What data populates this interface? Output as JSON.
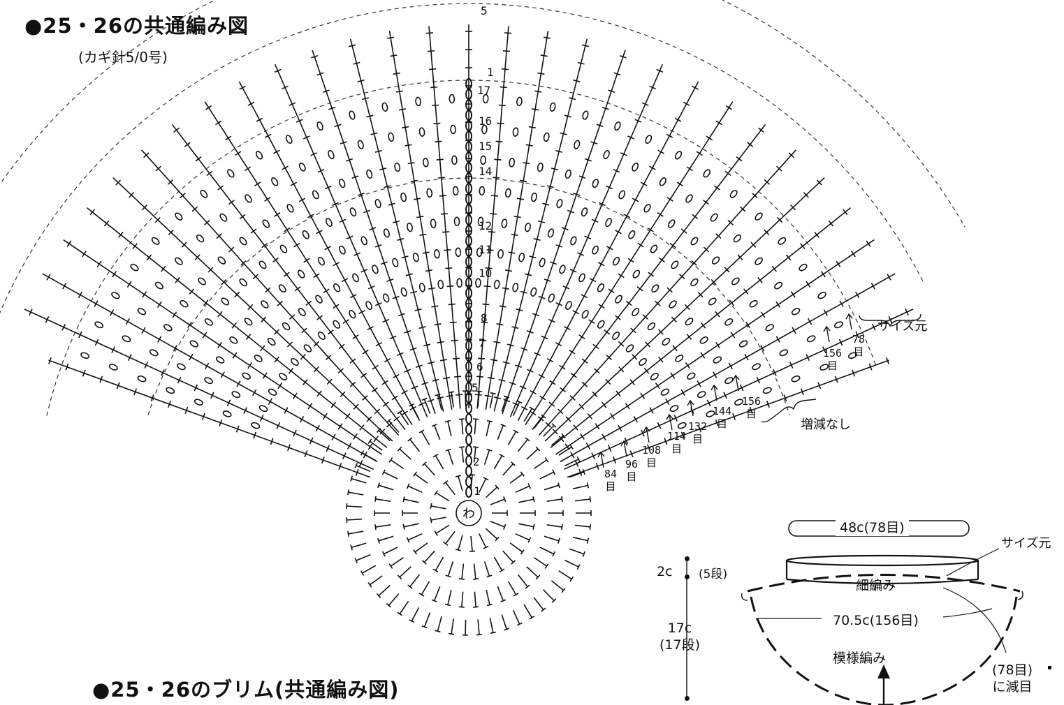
{
  "chart_title": "●25・26の共通編み図",
  "hook_note": "(カギ針5/0号)",
  "brim_title": "●25・26のブリム(共通編み図)",
  "center_label": "わ",
  "row_labels": [
    "1",
    "2",
    "5",
    "6",
    "7",
    "8",
    "10",
    "11",
    "12",
    "14",
    "15",
    "16",
    "17"
  ],
  "brim_row_labels": [
    "1",
    "5"
  ],
  "stitch_counts": [
    "84",
    "96",
    "108",
    "114",
    "132",
    "144",
    "156",
    "156",
    "78"
  ],
  "stitch_unit": "目",
  "no_change": "増減なし",
  "size_origin": "サイズ元",
  "schematic": {
    "top_width": "48c(78目)",
    "size_origin": "サイズ元",
    "band_height": "2c",
    "band_rows": "(5段)",
    "band_stitch": "細編み",
    "mid_width": "70.5c(156目)",
    "body_height": "17c",
    "body_rows": "(17段)",
    "body_stitch": "模様編み",
    "decrease_a": "(78目)",
    "decrease_b": "に減目"
  },
  "colors": {
    "ink": "#111111",
    "guide": "#333333",
    "paper": "#ffffff"
  }
}
